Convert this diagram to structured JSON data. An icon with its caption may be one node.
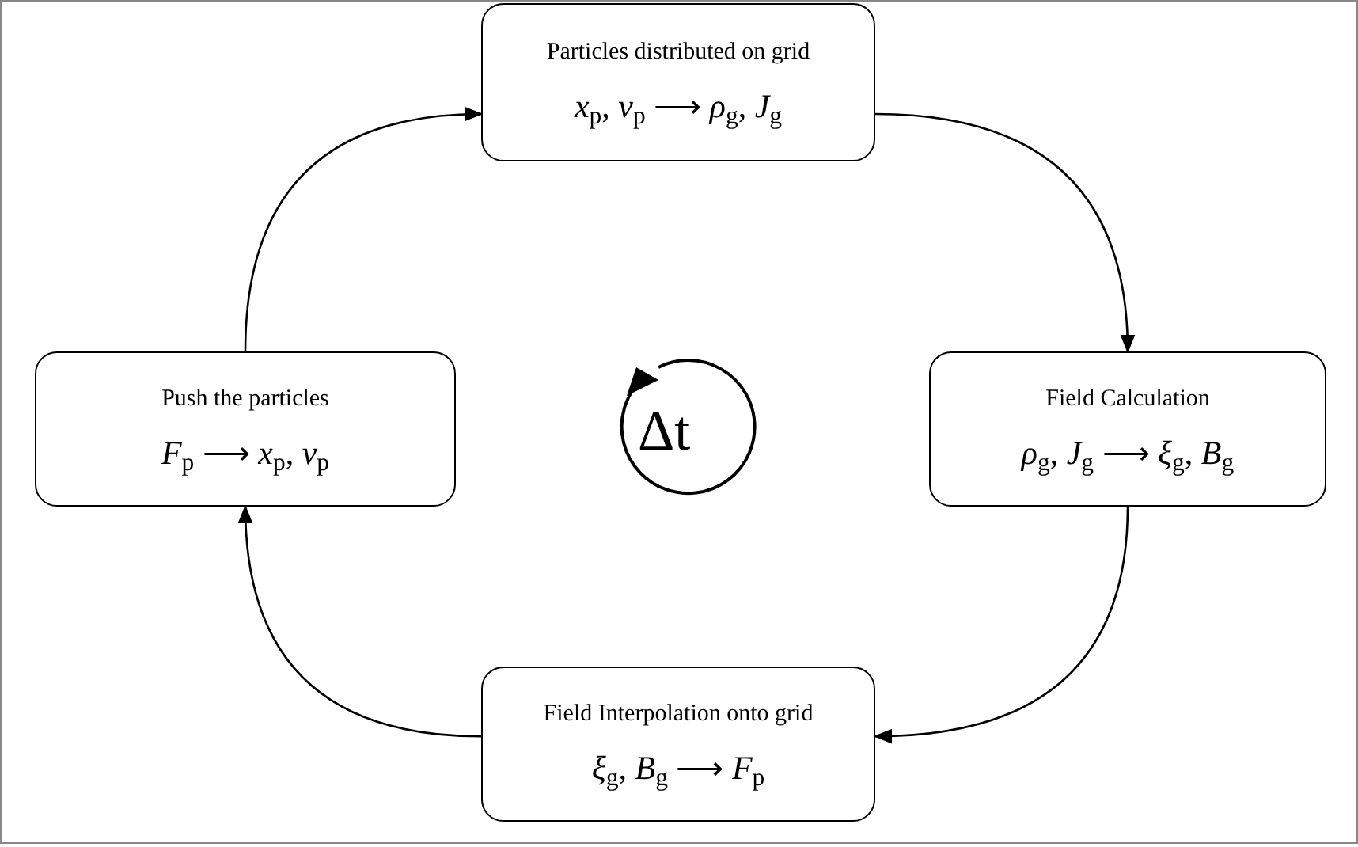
{
  "diagram": {
    "nodes": [
      {
        "text": [
          "Particles distributed on grid",
          "*x*$_{p}$, *v*$_{p}$ ⟶ *ρ*$_{g}$, *J*$_{g}$"
        ]
      },
      {
        "text": [
          "Field Calculation",
          "*ρ*$_{g}$, *J*$_{g}$ ⟶ *ξ*$_{g}$, *B*$_{g}$"
        ]
      },
      {
        "text": [
          "Field Interpolation onto grid",
          "*ξ*$_{g}$, *B*$_{g}$ ⟶ *F*$_{p}$"
        ]
      },
      {
        "text": [
          "Push the particles",
          "*F*$_{p}$ ⟶ *x*$_{p}$, *v*$_{p}$"
        ]
      }
    ],
    "edges": [
      {
        "from": 0,
        "to": 1,
        "arrow": "to"
      },
      {
        "from": 1,
        "to": 2,
        "arrow": "to"
      },
      {
        "from": 2,
        "to": 3,
        "arrow": "to"
      },
      {
        "from": 3,
        "to": 0,
        "arrow": "to"
      }
    ],
    "labels": [
      "Δt"
    ]
  }
}
